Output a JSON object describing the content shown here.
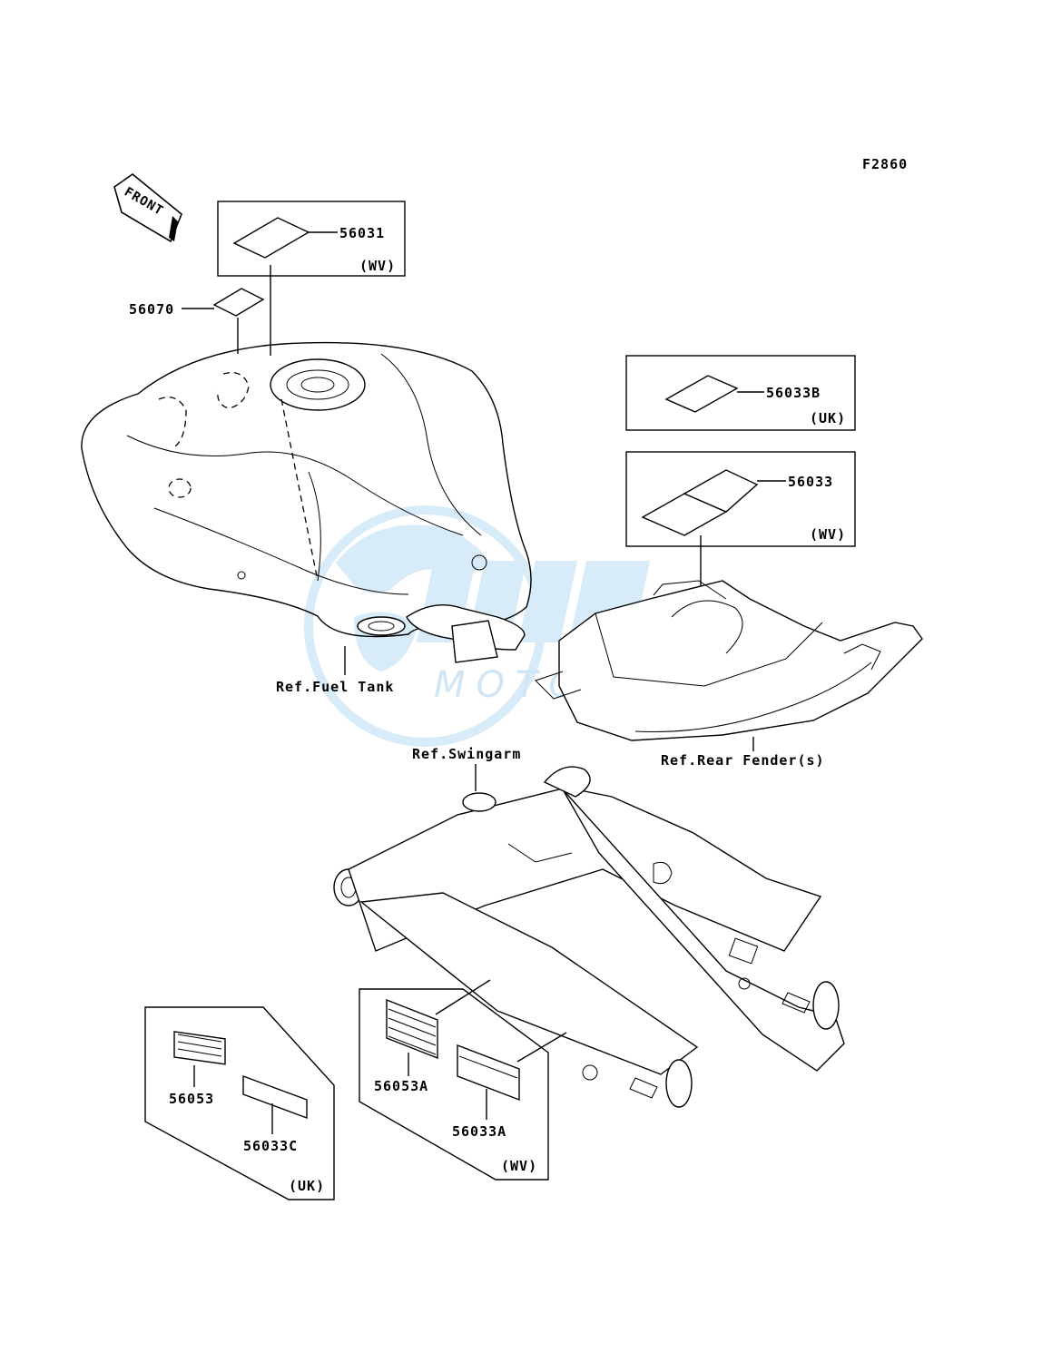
{
  "diagram_code": "F2860",
  "front_arrow_label": "FRONT",
  "watermark": {
    "text": "MOTORPARTS",
    "color": "#d7ebf8"
  },
  "parts": [
    {
      "number": "56031",
      "note": "(WV)"
    },
    {
      "number": "56070"
    },
    {
      "number": "56033B",
      "note": "(UK)"
    },
    {
      "number": "56033",
      "note": "(WV)"
    },
    {
      "number": "56053"
    },
    {
      "number": "56033C",
      "note": "(UK)"
    },
    {
      "number": "56053A"
    },
    {
      "number": "56033A",
      "note": "(WV)"
    }
  ],
  "references": {
    "fuel_tank": "Ref.Fuel Tank",
    "rear_fender": "Ref.Rear Fender(s)",
    "swingarm": "Ref.Swingarm"
  }
}
